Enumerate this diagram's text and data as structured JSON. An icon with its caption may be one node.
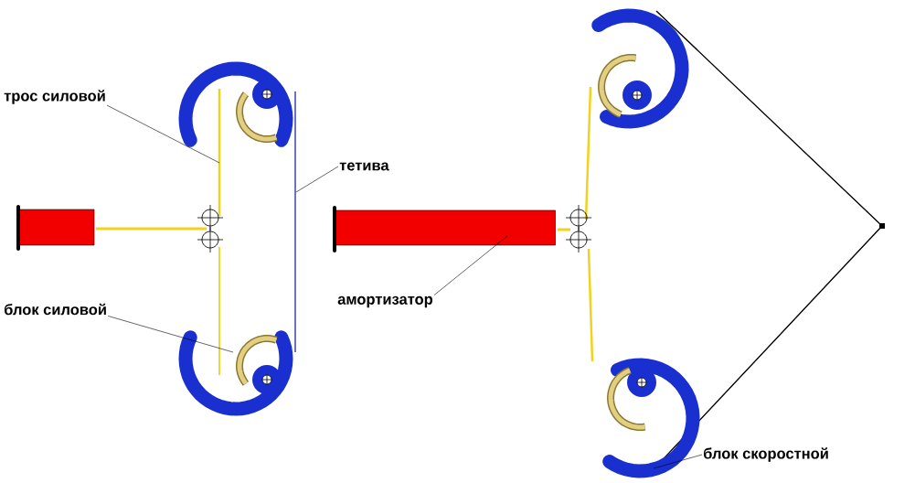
{
  "diagram": {
    "nodes": [
      {
        "text": [
          "трос силовой"
        ]
      },
      {
        "text": [
          "тетива"
        ]
      },
      {
        "text": [
          "блок силовой"
        ]
      },
      {
        "text": [],
        "shape": "picture"
      },
      {
        "text": [
          "амортизатор"
        ]
      },
      {
        "text": [],
        "shape": "bar"
      },
      {
        "text": [
          "блок скоростной"
        ]
      },
      {
        "text": [],
        "shape": "picture"
      }
    ],
    "edges": [
      {
        "from": 0,
        "to": null,
        "arrow": "none"
      },
      {
        "from": 1,
        "to": null,
        "arrow": "none"
      },
      {
        "from": 2,
        "to": 3,
        "arrow": "none"
      },
      {
        "from": 4,
        "to": 5,
        "arrow": "none"
      },
      {
        "from": 6,
        "to": 7,
        "arrow": "none"
      }
    ]
  }
}
